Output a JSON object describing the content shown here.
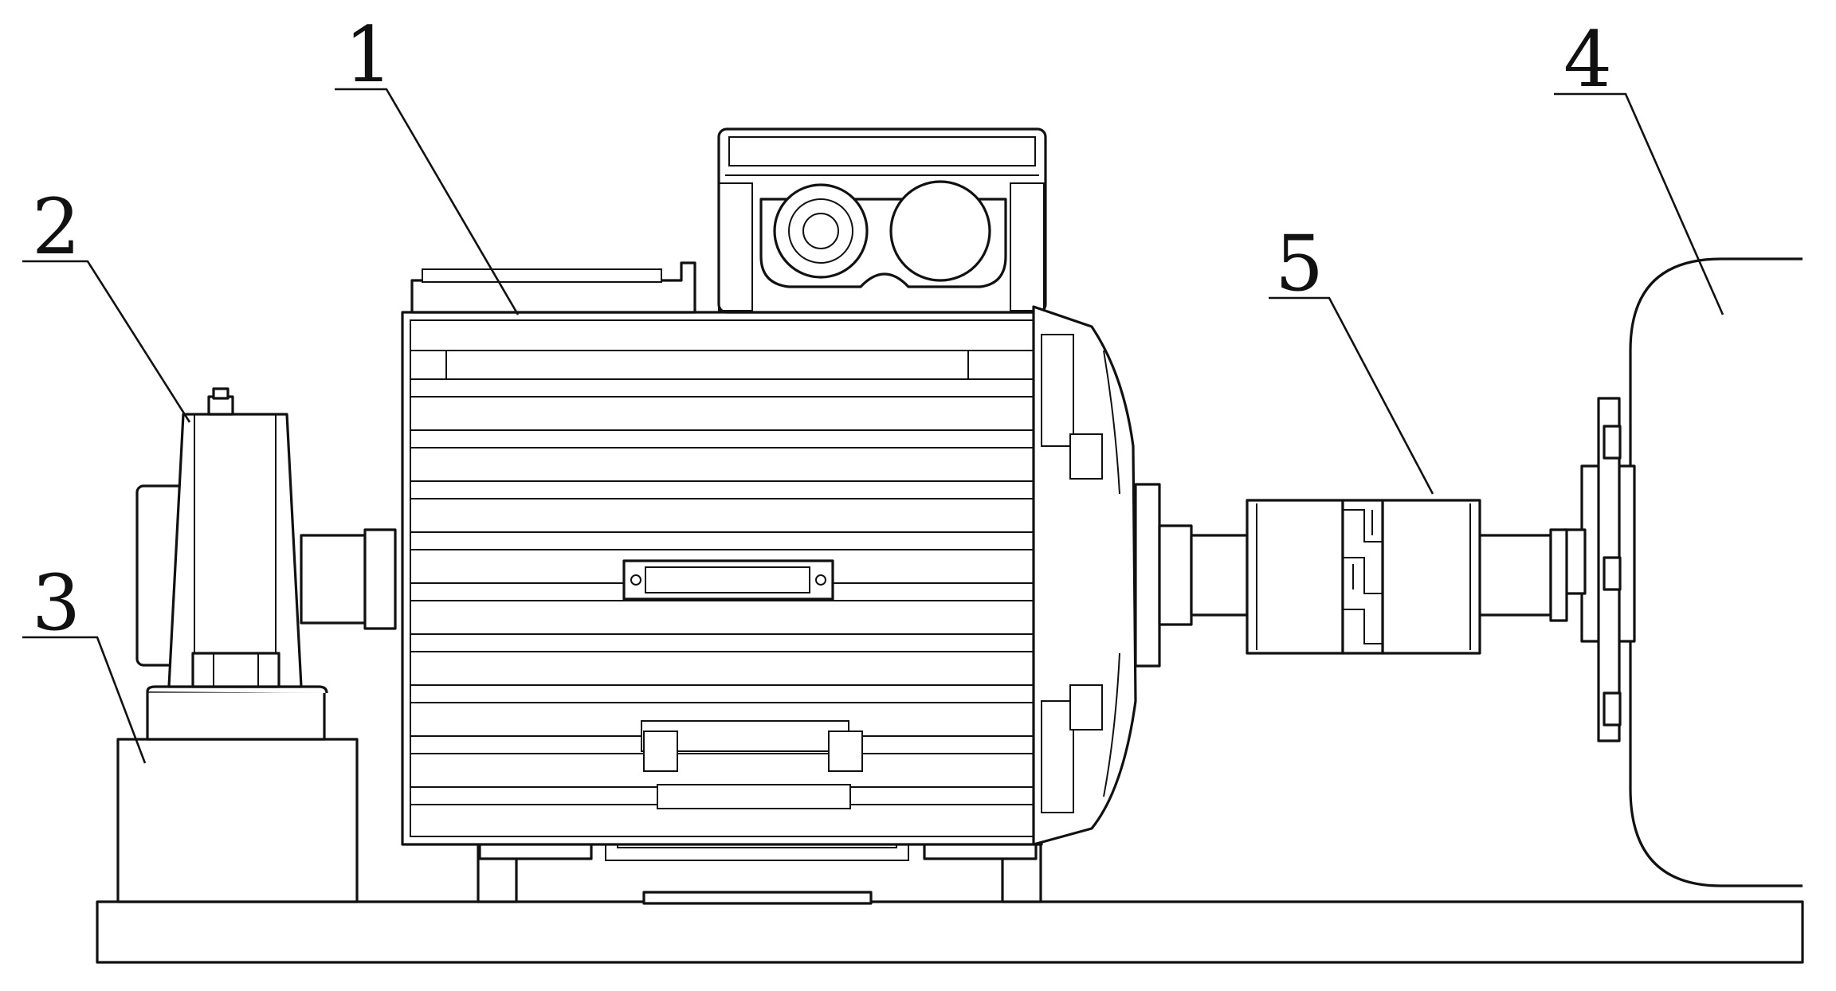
{
  "labels": {
    "motor": "1",
    "bearing_block": "2",
    "support_base": "3",
    "load_unit": "4",
    "coupling": "5"
  }
}
